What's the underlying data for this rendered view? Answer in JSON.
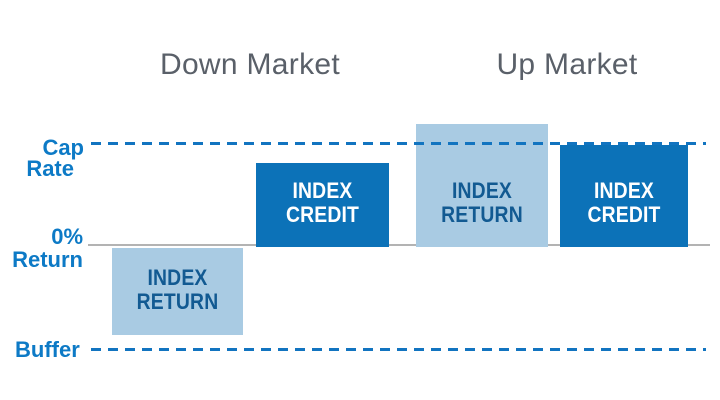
{
  "chart_data": {
    "type": "bar",
    "title": "",
    "categories": [
      "Down Market",
      "Up Market"
    ],
    "series": [
      {
        "name": "INDEX RETURN",
        "color": "#a9cbe3",
        "values_vs_cap": [
          -0.85,
          1.21
        ]
      },
      {
        "name": "INDEX CREDIT",
        "color": "#0c72b8",
        "values_vs_cap": [
          0.82,
          1.0
        ]
      }
    ],
    "value_scale": "no numeric axis shown; values expressed relative to Cap Rate = 1.0, 0% Return = 0",
    "reference_lines": [
      {
        "label": "Cap Rate",
        "line1": "Cap",
        "line2": "Rate",
        "style": "dashed",
        "value_vs_cap": 1.0
      },
      {
        "label": "0% Return",
        "line1": "0%",
        "line2": "Return",
        "style": "solid",
        "value_vs_cap": 0.0
      },
      {
        "label": "Buffer",
        "line1": "Buffer",
        "line2": "",
        "style": "dashed",
        "value_vs_cap": -1.02
      }
    ],
    "grid": false,
    "legend_position": "none",
    "bars": [
      {
        "group": "Down Market",
        "line1": "INDEX",
        "line2": "RETURN",
        "style": "light",
        "position": "below 0% baseline, stops above Buffer"
      },
      {
        "group": "Down Market",
        "line1": "INDEX",
        "line2": "CREDIT",
        "style": "dark",
        "position": "above 0%, just below Cap Rate"
      },
      {
        "group": "Up Market",
        "line1": "INDEX",
        "line2": "RETURN",
        "style": "light",
        "position": "above 0%, exceeds Cap Rate line"
      },
      {
        "group": "Up Market",
        "line1": "INDEX",
        "line2": "CREDIT",
        "style": "dark",
        "position": "above 0%, top exactly at Cap Rate line"
      }
    ]
  },
  "colors": {
    "dark_bar": "#0c72b8",
    "light_bar": "#a9cbe3",
    "bar_text_on_light": "#125a92",
    "bar_text_on_dark": "#ffffff",
    "axis_label_blue": "#0d7ac6",
    "dashed_line_blue": "#1274c0",
    "baseline_gray": "#b3b3b3",
    "title_gray": "#5a6069"
  }
}
